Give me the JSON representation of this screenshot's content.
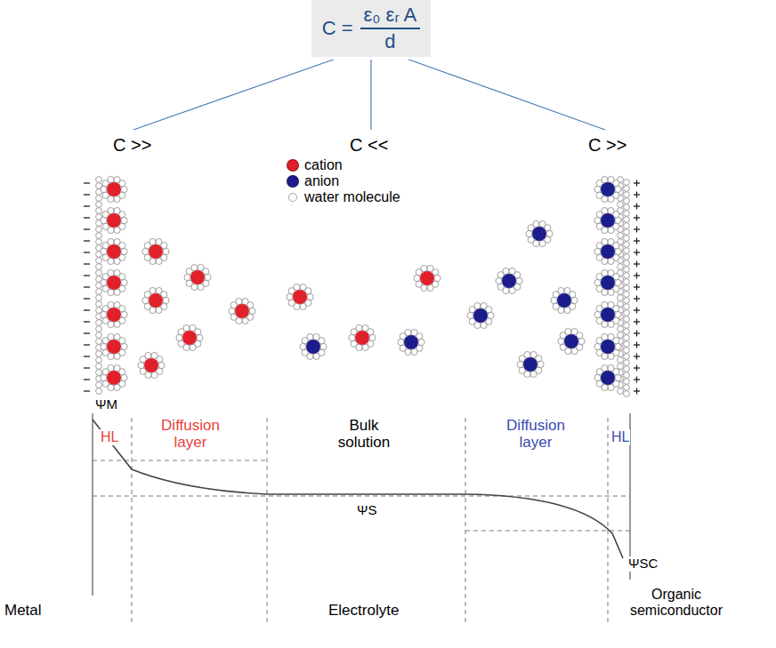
{
  "diagram": {
    "nodes": [
      {
        "text": [
          "C =",
          "ε₀ εᵣ A",
          "d"
        ]
      }
    ],
    "labels": [
      "C >>",
      "C <<",
      "C >>",
      "ΨM",
      "HL",
      "Diffusion layer",
      "Bulk solution",
      "Diffusion layer",
      "HL",
      "ΨS",
      "ΨSC",
      "Metal",
      "Electrolyte",
      "Organic semiconductor"
    ],
    "legend": [
      {
        "text": "cation",
        "color": "#e0202a"
      },
      {
        "text": "anion",
        "color": "#1c1c8c"
      },
      {
        "text": "water molecule",
        "color": "#ffffff"
      }
    ]
  }
}
